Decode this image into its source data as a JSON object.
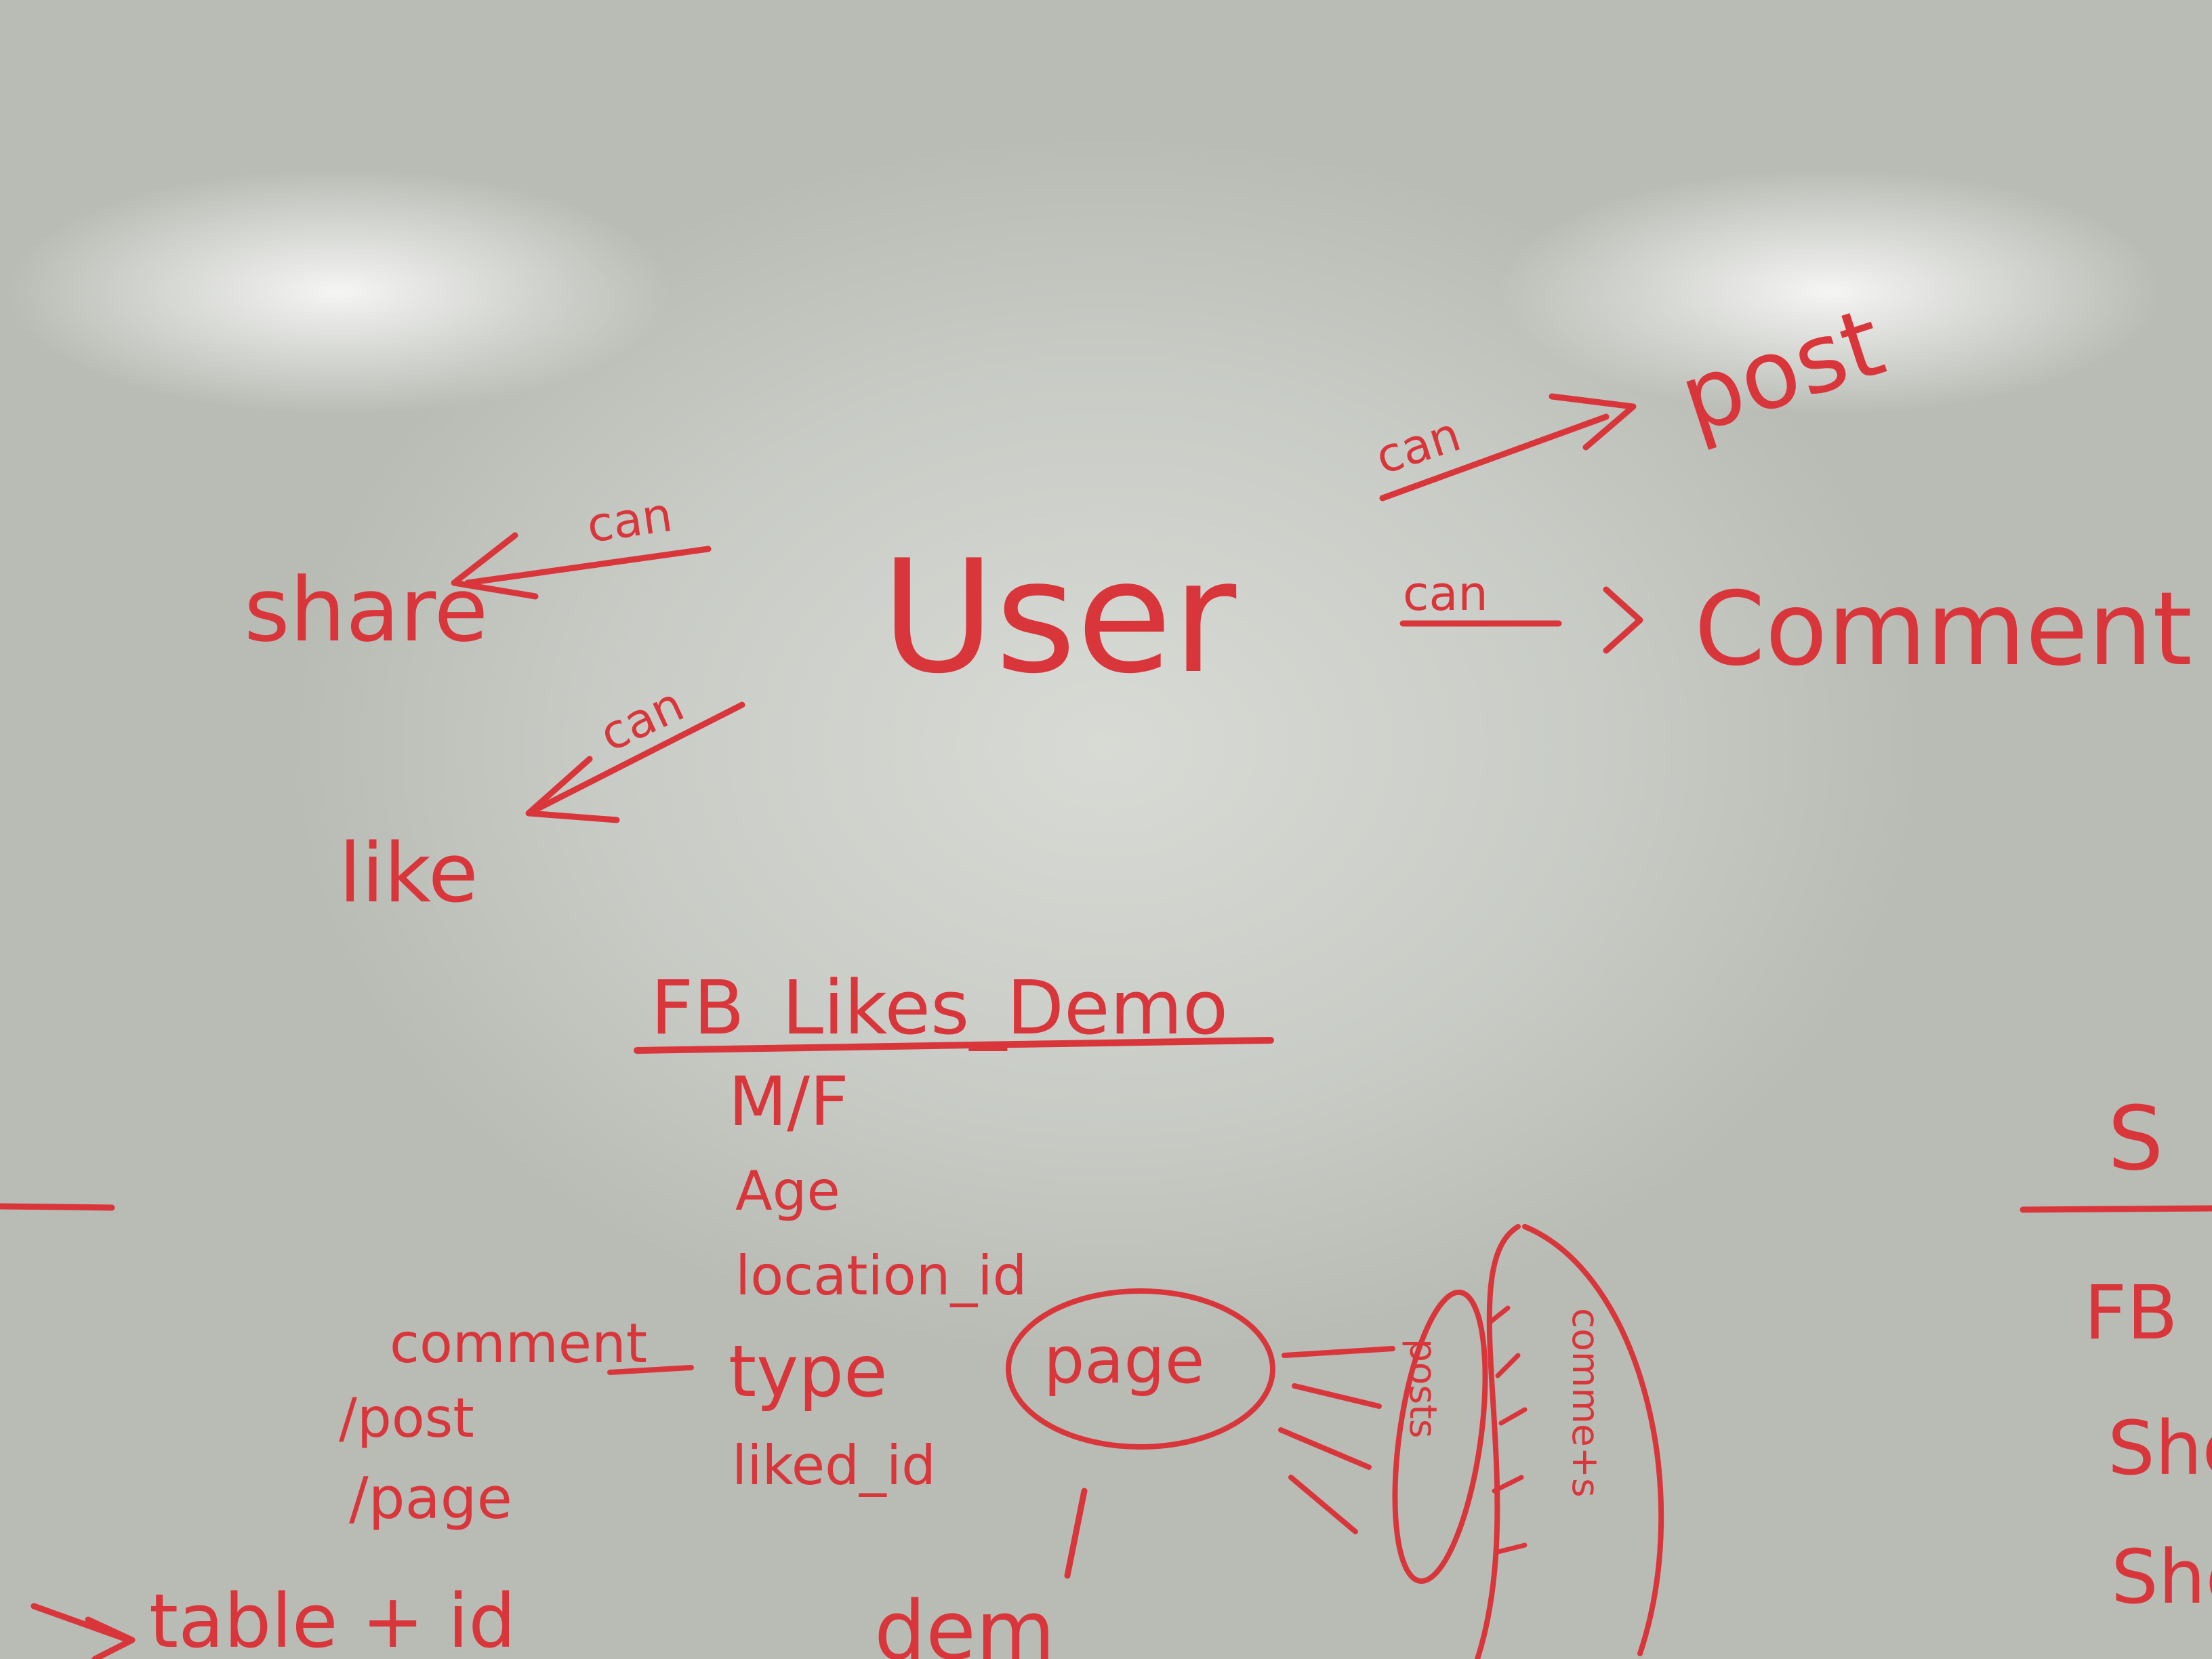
{
  "colors": {
    "ink": "#d9363c",
    "board": "#cfd1cb"
  },
  "diagram": {
    "center_node": "User",
    "relations": [
      {
        "edge_label": "can",
        "target": "post"
      },
      {
        "edge_label": "can",
        "target": "Comment"
      },
      {
        "edge_label": "can",
        "target": "share"
      },
      {
        "edge_label": "can",
        "target": "like"
      }
    ]
  },
  "table": {
    "title": "FB_Likes_Demo",
    "fields": [
      "M/F",
      "Age",
      "location_id",
      "type",
      "liked_id"
    ]
  },
  "type_values": [
    "comment",
    "/post",
    "/page"
  ],
  "bottom_note": "table + id",
  "page_node": "page",
  "posts_label": "posts",
  "comments_label": "comme+s",
  "bottom_partial": "dem",
  "right_partial": {
    "heading": "S",
    "lines": [
      "FB",
      "Sho",
      "Sho"
    ]
  }
}
